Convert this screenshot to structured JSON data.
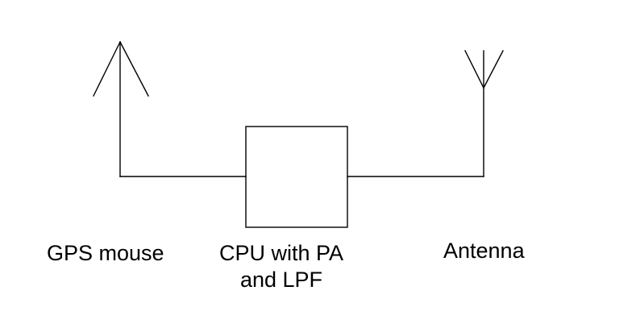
{
  "diagram": {
    "gps_label": "GPS mouse",
    "cpu_label_line1": "CPU with PA",
    "cpu_label_line2": "and LPF",
    "antenna_label": "Antenna",
    "line_color": "#000000",
    "background_color": "#ffffff"
  }
}
